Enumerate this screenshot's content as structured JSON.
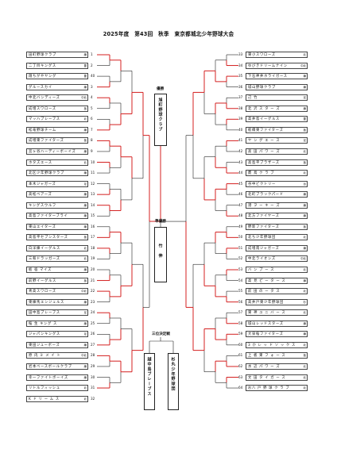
{
  "title": "2025年度　第43回　秋季　東京都城北少年野球大会",
  "left_teams": [
    {
      "num": "1",
      "name": "田町野球クラブ",
      "area": "練"
    },
    {
      "num": "2",
      "name": "二丁目キングス",
      "area": "豊"
    },
    {
      "num": "40",
      "name": "翔ちがやヤング",
      "area": "豊"
    },
    {
      "num": "3",
      "name": "グルースカイ",
      "area": "練"
    },
    {
      "num": "4",
      "name": "中北バンディーズ",
      "area": "中北"
    },
    {
      "num": "5",
      "name": "成増スワローズ",
      "area": "板"
    },
    {
      "num": "6",
      "name": "マッハブレーブス",
      "area": "北"
    },
    {
      "num": "7",
      "name": "松竜野球チーム",
      "area": "練"
    },
    {
      "num": "8",
      "name": "成増東ファイターズ",
      "area": "板"
    },
    {
      "num": "9",
      "name": "宮ヶ谷ハーディーボーイズ",
      "area": "練"
    },
    {
      "num": "10",
      "name": "ホタズエース",
      "area": "北"
    },
    {
      "num": "11",
      "name": "北区少年野球クラブ",
      "area": "練"
    },
    {
      "num": "12",
      "name": "本木ジャガーズ",
      "area": "足"
    },
    {
      "num": "13",
      "name": "高松ベアーズ",
      "area": "練"
    },
    {
      "num": "14",
      "name": "キングスウルフ",
      "area": "練"
    },
    {
      "num": "15",
      "name": "高島ファイターブライ",
      "area": "練"
    },
    {
      "num": "16",
      "name": "東山エイターズ",
      "area": "練"
    },
    {
      "num": "17",
      "name": "高島平セブンスターズ",
      "area": "板"
    },
    {
      "num": "18",
      "name": "白洋練イーグルス",
      "area": "北"
    },
    {
      "num": "19",
      "name": "三和ドラッガーズ",
      "area": "北"
    },
    {
      "num": "20",
      "name": "板 宿 マイズ",
      "area": "練"
    },
    {
      "num": "21",
      "name": "前野イーグルス",
      "area": "板"
    },
    {
      "num": "22",
      "name": "青高スワローズ",
      "area": "中北"
    },
    {
      "num": "23",
      "name": "東練馬エンジェルス",
      "area": "練"
    },
    {
      "num": "24",
      "name": "田中島ブレーブス",
      "area": "足"
    },
    {
      "num": "25",
      "name": "桜 生 キング ス",
      "area": "練"
    },
    {
      "num": "26",
      "name": "ジャパンキングス",
      "area": "足"
    },
    {
      "num": "27",
      "name": "東田ジューボーズ",
      "area": "練"
    },
    {
      "num": "28",
      "name": "原 内 ミ メ イ ト",
      "area": "中北"
    },
    {
      "num": "29",
      "name": "岩本ベースボールクラブ",
      "area": "練"
    },
    {
      "num": "30",
      "name": "幸一ファイトボーイズ",
      "area": "練"
    },
    {
      "num": "31",
      "name": "リトルフィッシュ",
      "area": "北"
    },
    {
      "num": "32",
      "name": "K ド リ ー ム ス",
      "area": "北"
    }
  ],
  "right_teams": [
    {
      "num": "33",
      "name": "東小スワローズ",
      "area": "北"
    },
    {
      "num": "34",
      "name": "ゆびきドリームナイン",
      "area": "中北"
    },
    {
      "num": "35",
      "name": "下石神井ホライガース",
      "area": "練"
    },
    {
      "num": "36",
      "name": "城山野球クラブ",
      "area": "練"
    },
    {
      "num": "37",
      "name": "己 竹",
      "area": "足"
    },
    {
      "num": "38",
      "name": "北 沢 ス タ ー ズ",
      "area": "練"
    },
    {
      "num": "39",
      "name": "高井島イーグルス",
      "area": "豊"
    },
    {
      "num": "40",
      "name": "板橋東ファイターズ",
      "area": "板"
    },
    {
      "num": "41",
      "name": "ヤ ン グ エ ー ス",
      "area": "足"
    },
    {
      "num": "42",
      "name": "高 田 パ ワ ー ズ",
      "area": "北"
    },
    {
      "num": "43",
      "name": "高島平ブラザーズ",
      "area": "板"
    },
    {
      "num": "44",
      "name": "鷹 鳥 ク ラ ブ",
      "area": "北"
    },
    {
      "num": "45",
      "name": "谷中ビクトリー",
      "area": "台"
    },
    {
      "num": "46",
      "name": "北町ブラックパード",
      "area": "練"
    },
    {
      "num": "47",
      "name": "港 ヲ ー キ ー ズ",
      "area": "練"
    },
    {
      "num": "48",
      "name": "北方ファイヤーズ",
      "area": "練"
    },
    {
      "num": "49",
      "name": "野新ファイターズ",
      "area": "板"
    },
    {
      "num": "50",
      "name": "北ち少年野球団",
      "area": "北"
    },
    {
      "num": "51",
      "name": "成増南ジャガーズ",
      "area": "練"
    },
    {
      "num": "52",
      "name": "中北ライオンズ",
      "area": "中北"
    },
    {
      "num": "53",
      "name": "バ ン プ ー ス",
      "area": "北"
    },
    {
      "num": "54",
      "name": "高 見 ピ ー タ ー ス",
      "area": "練"
    },
    {
      "num": "55",
      "name": "前 田 の ー タ ス",
      "area": "北"
    },
    {
      "num": "56",
      "name": "高井戸東少年野球団",
      "area": "杉"
    },
    {
      "num": "57",
      "name": "東 神 ユ ニ バ ー ス",
      "area": "北"
    },
    {
      "num": "58",
      "name": "城山レッドスターズ",
      "area": "練"
    },
    {
      "num": "59",
      "name": "大泉桜ファイターズ",
      "area": "練"
    },
    {
      "num": "60",
      "name": "3 か レ ッ ド ソ ッ ク ス",
      "area": "北"
    },
    {
      "num": "61",
      "name": "上 板 東 フ ォ ー ス",
      "area": "板"
    },
    {
      "num": "62",
      "name": "水 辺 パ ワ ー ズ",
      "area": "北"
    },
    {
      "num": "63",
      "name": "文 田 タ イ ガ ー ス",
      "area": "北"
    },
    {
      "num": "64",
      "name": "お八 戸 野 球 ク ラ ブ",
      "area": "北"
    }
  ],
  "center": {
    "champion_label": "優勝",
    "champion_team": "旭町野球クラブ",
    "runner_up_label": "準優勝",
    "runner_up_team": "竹　伸",
    "third_place_label": "三位決定戦",
    "third_left": "越中島ブレーブス",
    "third_right": "杉丸少年野球団"
  },
  "colors": {
    "winner_line": "#d42020",
    "line": "#222222"
  },
  "results": {
    "left_r1": [
      0,
      1,
      0,
      1,
      0,
      0,
      1,
      0,
      1,
      0,
      1,
      0,
      0,
      1,
      0,
      1
    ],
    "left_r2": [
      0,
      1,
      0,
      1,
      0,
      1,
      1,
      0
    ],
    "left_r3": [
      1,
      0,
      1,
      1
    ],
    "left_r4": [
      0,
      1
    ],
    "right_r1": [
      1,
      0,
      1,
      0,
      0,
      1,
      0,
      1,
      1,
      0,
      0,
      1,
      1,
      0,
      1,
      0
    ],
    "right_r2": [
      1,
      0,
      1,
      0,
      0,
      1,
      1,
      0
    ],
    "right_r3": [
      0,
      1,
      1,
      0
    ],
    "right_r4": [
      0,
      1
    ]
  }
}
